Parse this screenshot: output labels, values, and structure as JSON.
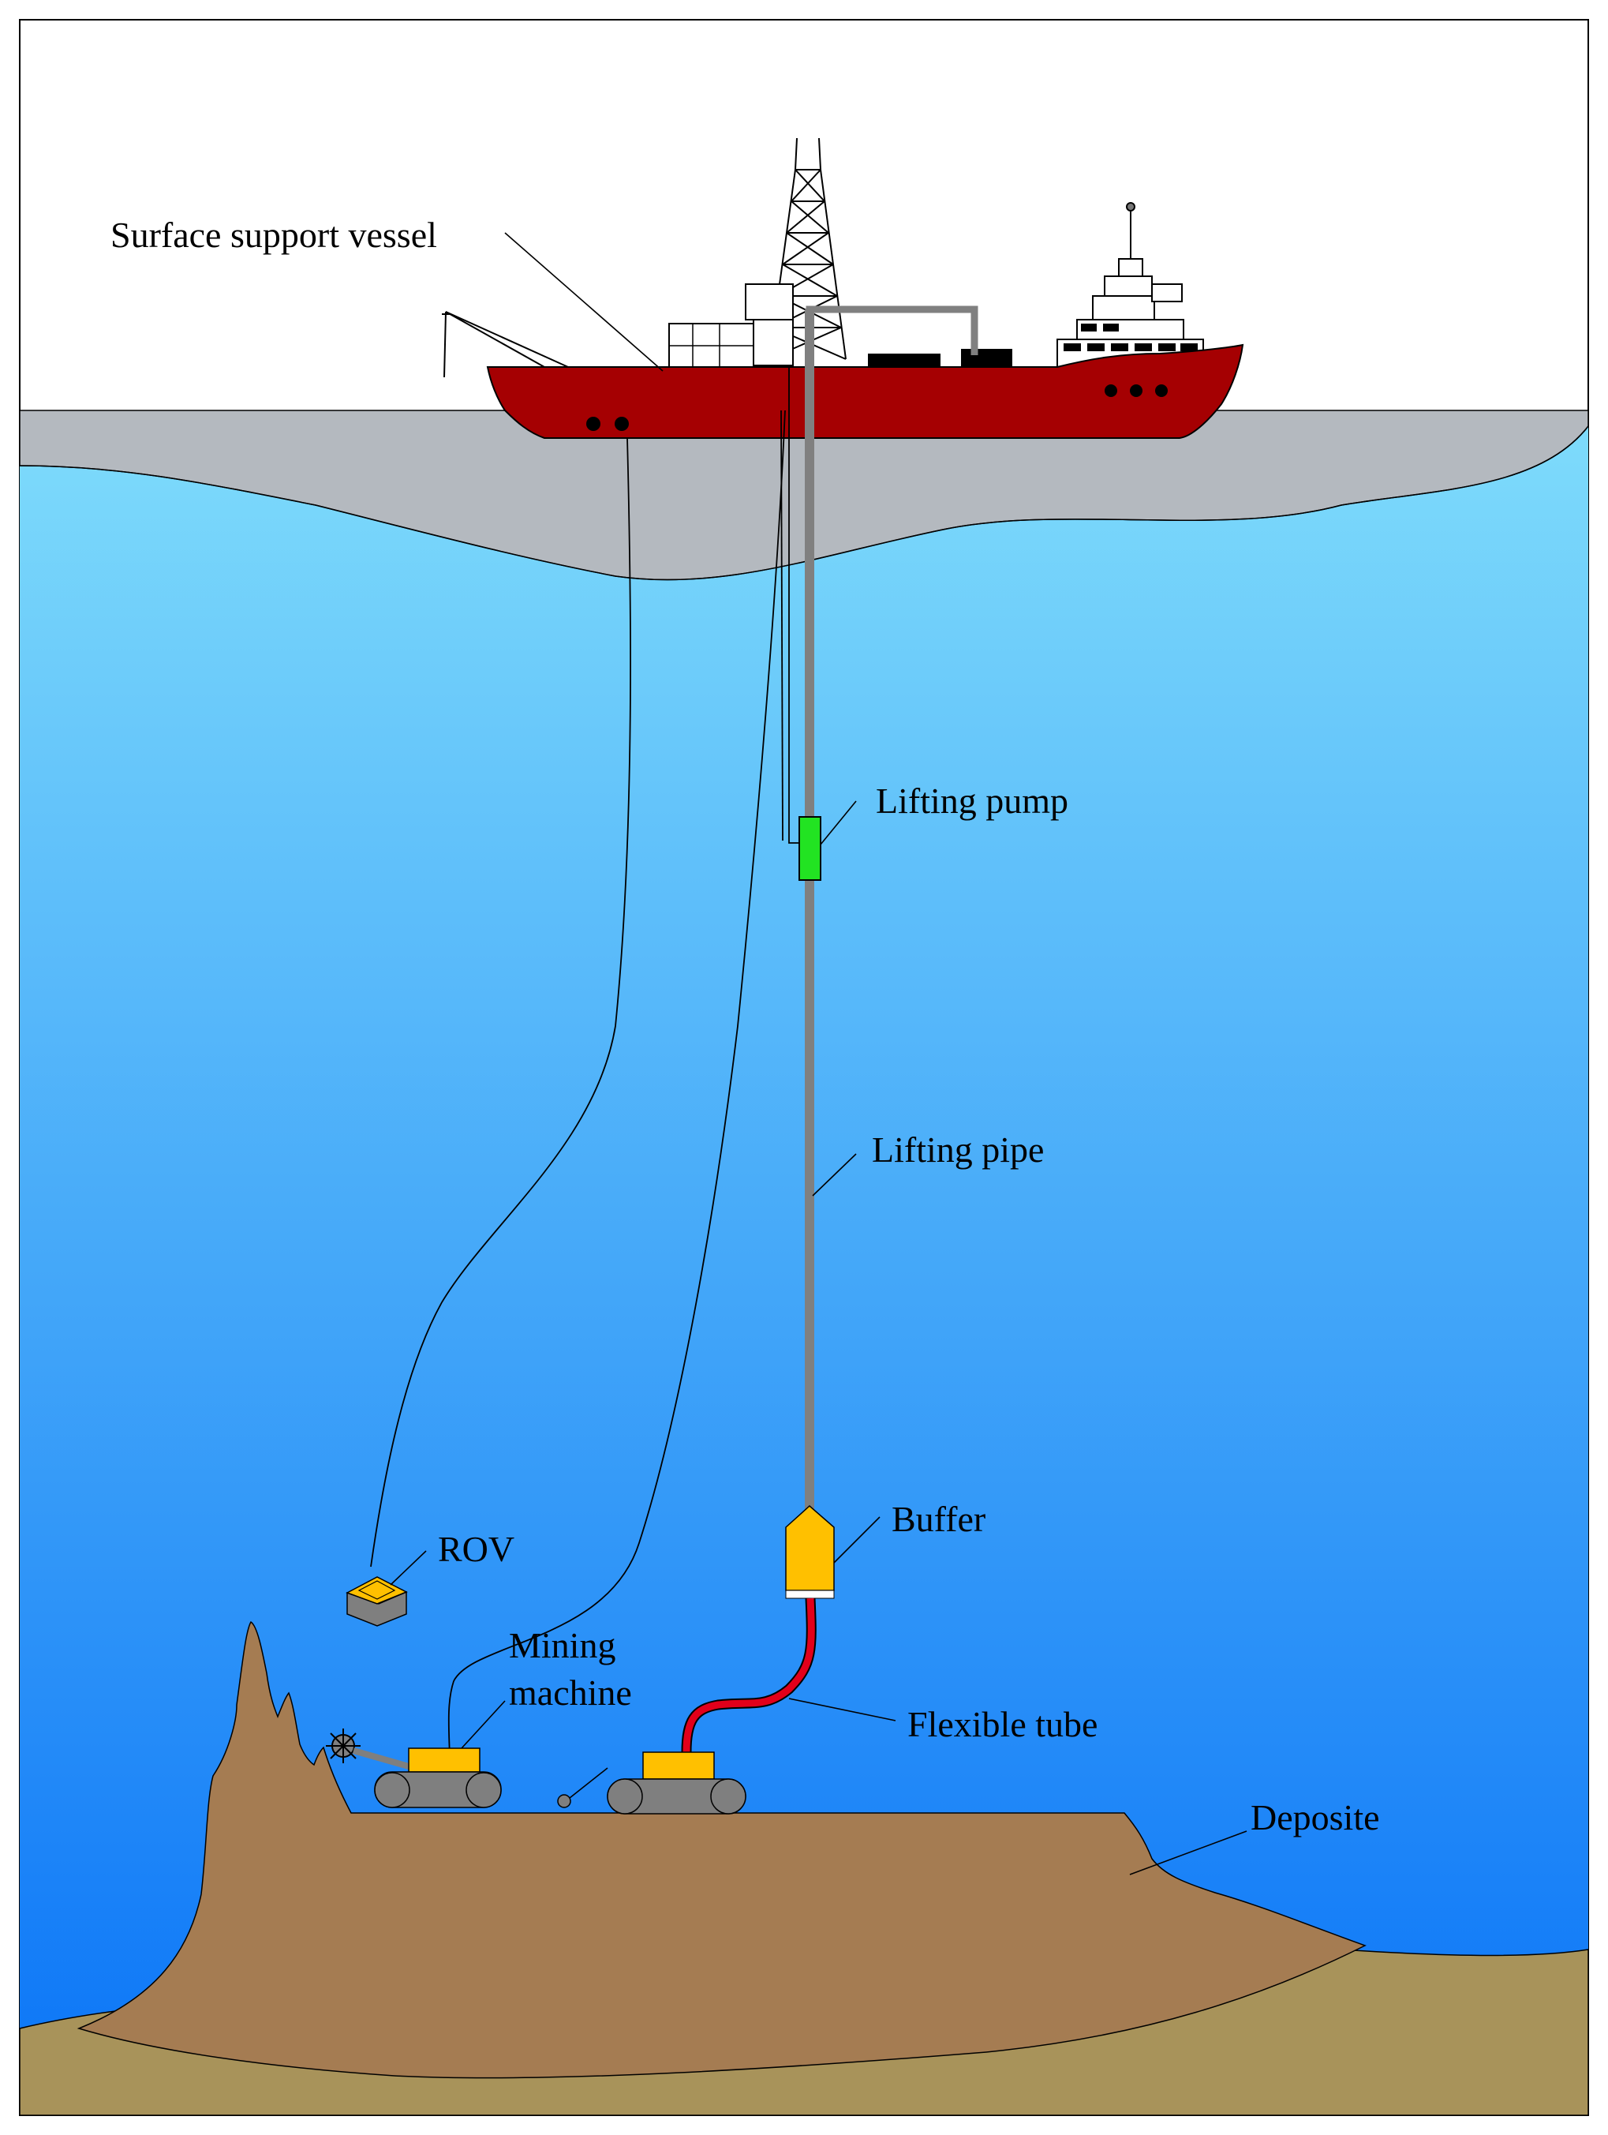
{
  "labels": {
    "vessel": "Surface support vessel",
    "pump": "Lifting pump",
    "pipe": "Lifting pipe",
    "buffer": "Buffer",
    "rov": "ROV",
    "mining_line1": "Mining",
    "mining_line2": "machine",
    "flexible_tube": "Flexible tube",
    "deposite": "Deposite"
  },
  "colors": {
    "sky": "#ffffff",
    "surface_band": "#b4b9bf",
    "sea_top": "#7fdcfb",
    "sea_bottom": "#0a74f7",
    "hull": "#a50002",
    "pipe": "#808080",
    "pump": "#22e322",
    "buffer": "#ffc000",
    "flexible_tube": "#e2001a",
    "deposit": "#a57c52",
    "seabed": "#a8935a",
    "machine_yellow": "#ffc000",
    "track_gray": "#7f7f7f"
  }
}
